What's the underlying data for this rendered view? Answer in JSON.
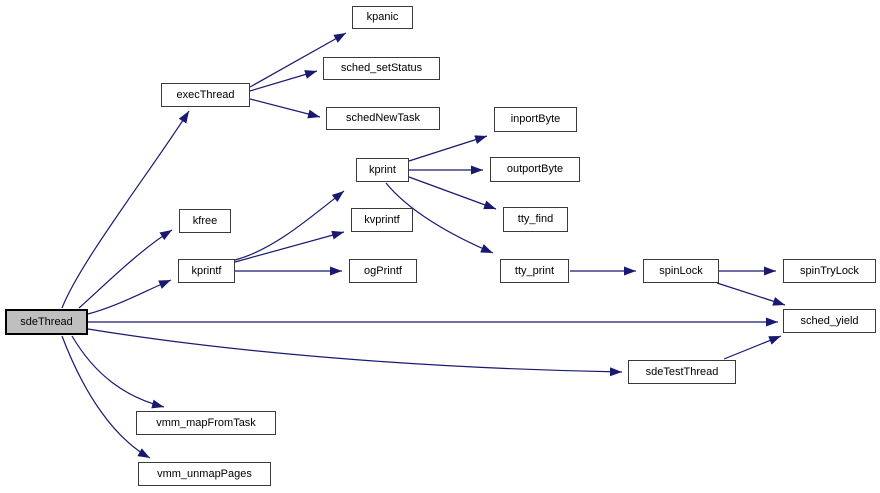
{
  "diagram": {
    "kind": "doxygen-call-graph",
    "root": "sdeThread",
    "colors": {
      "edge": "#191970",
      "node_fill": "#ffffff",
      "node_border": "#3a3a3a",
      "root_fill": "#bfbfbf",
      "root_border": "#000000",
      "text": "#000000",
      "background": "#ffffff"
    },
    "nodes": {
      "sdeThread": {
        "label": "sdeThread",
        "highlighted": true
      },
      "execThread": {
        "label": "execThread"
      },
      "kpanic": {
        "label": "kpanic"
      },
      "sched_setStatus": {
        "label": "sched_setStatus"
      },
      "schedNewTask": {
        "label": "schedNewTask"
      },
      "kprint": {
        "label": "kprint"
      },
      "kfree": {
        "label": "kfree"
      },
      "kvprintf": {
        "label": "kvprintf"
      },
      "kprintf": {
        "label": "kprintf"
      },
      "ogPrintf": {
        "label": "ogPrintf"
      },
      "inportByte": {
        "label": "inportByte"
      },
      "outportByte": {
        "label": "outportByte"
      },
      "tty_find": {
        "label": "tty_find"
      },
      "tty_print": {
        "label": "tty_print"
      },
      "spinLock": {
        "label": "spinLock"
      },
      "spinTryLock": {
        "label": "spinTryLock"
      },
      "sched_yield": {
        "label": "sched_yield"
      },
      "sdeTestThread": {
        "label": "sdeTestThread"
      },
      "vmm_mapFromTask": {
        "label": "vmm_mapFromTask"
      },
      "vmm_unmapPages": {
        "label": "vmm_unmapPages"
      }
    },
    "edges": [
      {
        "from": "sdeThread",
        "to": "execThread"
      },
      {
        "from": "sdeThread",
        "to": "kfree"
      },
      {
        "from": "sdeThread",
        "to": "kprintf"
      },
      {
        "from": "sdeThread",
        "to": "sched_yield"
      },
      {
        "from": "sdeThread",
        "to": "sdeTestThread"
      },
      {
        "from": "sdeThread",
        "to": "vmm_mapFromTask"
      },
      {
        "from": "sdeThread",
        "to": "vmm_unmapPages"
      },
      {
        "from": "execThread",
        "to": "kpanic"
      },
      {
        "from": "execThread",
        "to": "sched_setStatus"
      },
      {
        "from": "execThread",
        "to": "schedNewTask"
      },
      {
        "from": "kprintf",
        "to": "kprint"
      },
      {
        "from": "kprintf",
        "to": "kvprintf"
      },
      {
        "from": "kprintf",
        "to": "ogPrintf"
      },
      {
        "from": "kprint",
        "to": "inportByte"
      },
      {
        "from": "kprint",
        "to": "outportByte"
      },
      {
        "from": "kprint",
        "to": "tty_find"
      },
      {
        "from": "kprint",
        "to": "tty_print"
      },
      {
        "from": "tty_print",
        "to": "spinLock"
      },
      {
        "from": "spinLock",
        "to": "spinTryLock"
      },
      {
        "from": "spinLock",
        "to": "sched_yield"
      },
      {
        "from": "sdeTestThread",
        "to": "sched_yield"
      }
    ]
  }
}
